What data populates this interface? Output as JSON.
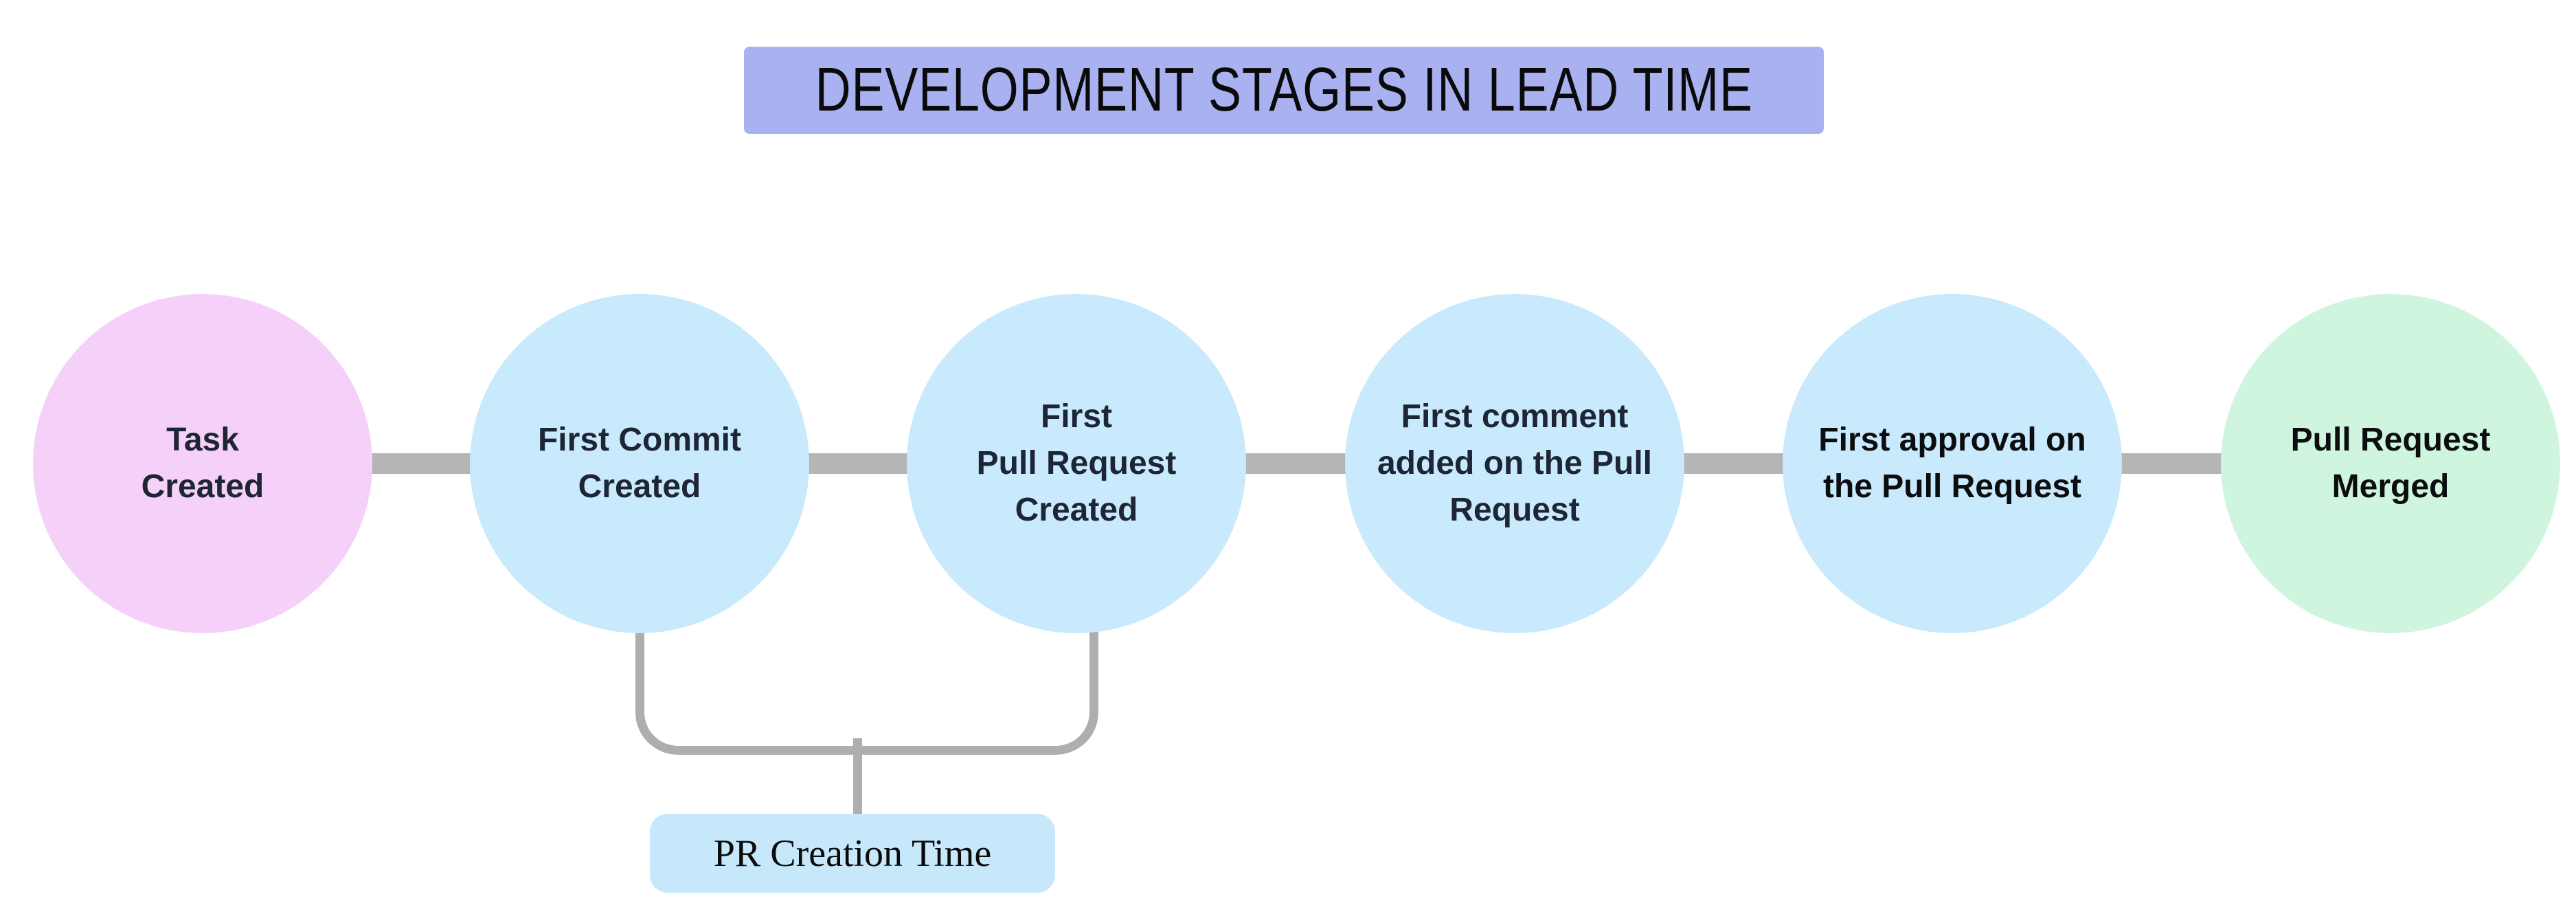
{
  "title": {
    "text": "DEVELOPMENT STAGES IN LEAD TIME",
    "bg_color": "#a9b1f0"
  },
  "timeline": {
    "connector_color": "#b4b5b7"
  },
  "nodes": [
    {
      "label": "Task\nCreated",
      "fill": "#f5d1fa",
      "text_color": "#1e2534"
    },
    {
      "label": "First Commit\nCreated",
      "fill": "#c9e9fc",
      "text_color": "#1e2534"
    },
    {
      "label": "First\nPull Request\nCreated",
      "fill": "#c9e9fc",
      "text_color": "#1e2534"
    },
    {
      "label": "First comment\nadded on the Pull\nRequest",
      "fill": "#c9e9fc",
      "text_color": "#1e2534"
    },
    {
      "label": "First approval on\nthe Pull Request",
      "fill": "#c9e9fc",
      "text_color": "#0c0d0f"
    },
    {
      "label": "Pull Request\nMerged",
      "fill": "#cff5de",
      "text_color": "#0c0d0f"
    }
  ],
  "bracket": {
    "label": "PR Creation Time",
    "label_bg": "#c7e8fb",
    "line_color": "#aeaeae"
  }
}
